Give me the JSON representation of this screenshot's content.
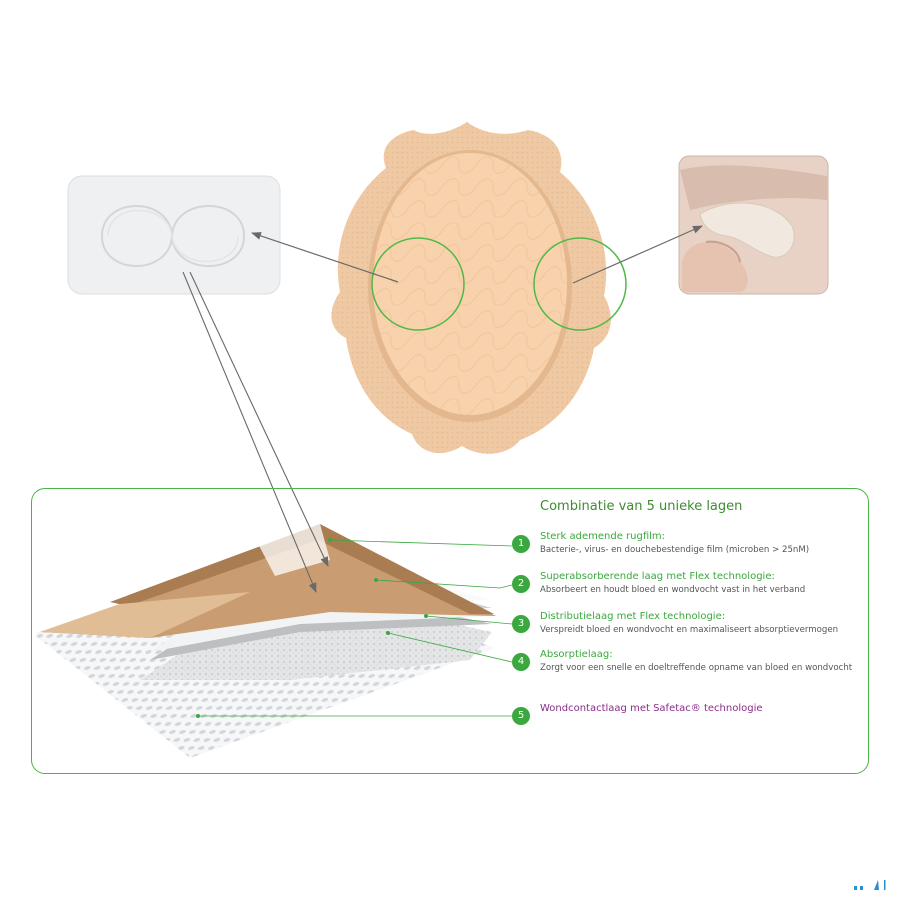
{
  "panel": {
    "title": "Combinatie van 5 unieke lagen"
  },
  "layers": [
    {
      "number": "1",
      "title": "Sterk ademende rugfilm:",
      "description": "Bacterie-, virus- en douchebestendige film (microben > 25nM)"
    },
    {
      "number": "2",
      "title": "Superabsorberende laag met Flex technologie:",
      "description": "Absorbeert en houdt bloed en wondvocht vast in het verband"
    },
    {
      "number": "3",
      "title": "Distributielaag met Flex technologie:",
      "description": "Verspreidt bloed en wondvocht en maximaliseert absorptievermogen"
    },
    {
      "number": "4",
      "title": "Absorptielaag:",
      "description": "Zorgt voor een snelle en doeltreffende opname van bloed en wondvocht"
    },
    {
      "number": "5",
      "title": "Wondcontactlaag met Safetac® technologie",
      "description": ""
    }
  ],
  "colors": {
    "accent_green": "#3aa83e",
    "border_green": "#49b448",
    "purple": "#8b2c8a",
    "dressing_tan": "#efc9a3",
    "pad_peach": "#f7d2ac"
  }
}
